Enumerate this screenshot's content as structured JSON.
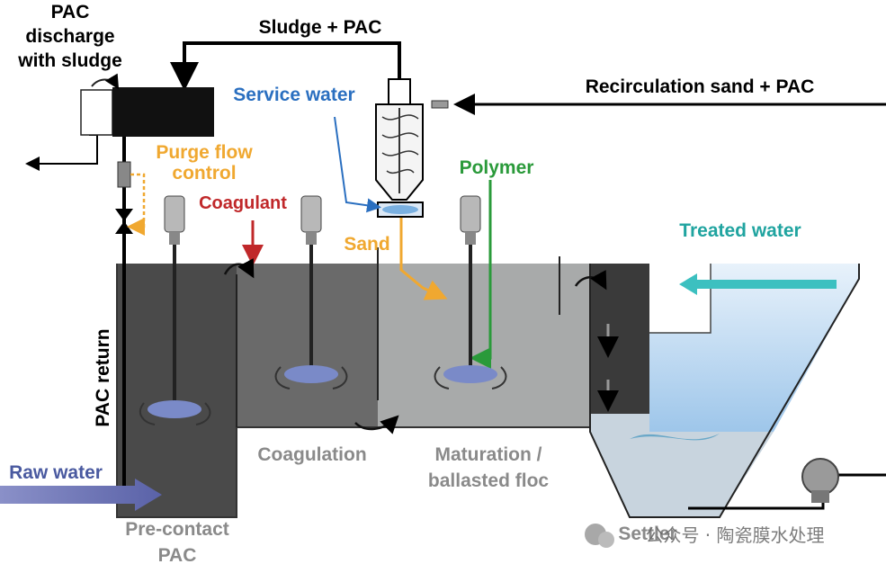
{
  "labels": {
    "pac_discharge": [
      "PAC",
      "discharge",
      "with sludge"
    ],
    "sludge_pac": "Sludge + PAC",
    "service_water": "Service water",
    "recirculation": "Recirculation sand + PAC",
    "purge": [
      "Purge flow",
      "control"
    ],
    "polymer": "Polymer",
    "coagulant": "Coagulant",
    "sand": "Sand",
    "treated_water": "Treated water",
    "pac_return": "PAC return",
    "raw_water": "Raw water",
    "coagulation": "Coagulation",
    "maturation": [
      "Maturation /",
      "ballasted floc"
    ],
    "precontact": [
      "Pre-contact",
      "PAC"
    ],
    "settler": "Settler",
    "watermark": "公众号 · 陶瓷膜水处理"
  },
  "colors": {
    "blue_label": "#2a6fc0",
    "orange_label": "#f0a830",
    "green_label": "#2a9a3a",
    "red_label": "#c0282a",
    "teal_label": "#20a4a0",
    "navy_label": "#4a5aa0",
    "grey_label": "#8a8a8a"
  },
  "icons": {
    "mixer": "mixer-motor-icon",
    "impeller": "impeller-icon",
    "pump": "pump-icon",
    "valve": "valve-icon",
    "hydrocyclone": "hydrocyclone-icon"
  }
}
